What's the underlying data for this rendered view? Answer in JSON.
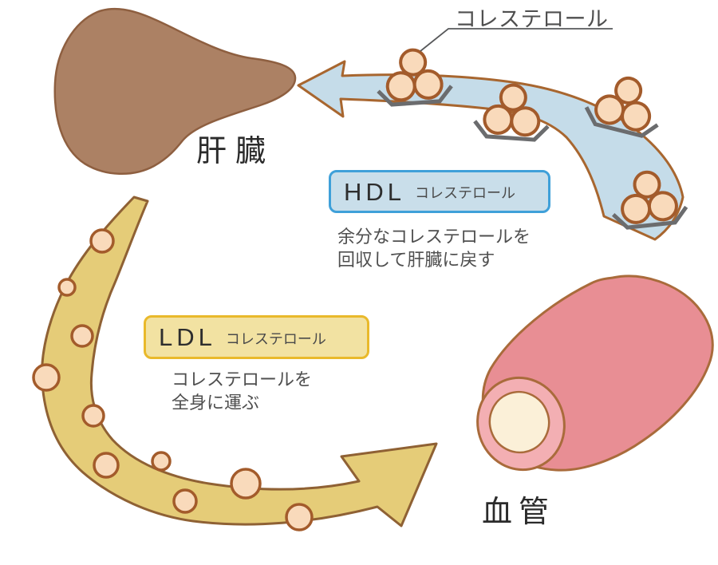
{
  "labels": {
    "cholesterol_callout": "コレステロール",
    "liver": "肝臓",
    "blood_vessel": "血管"
  },
  "hdl": {
    "title": "HDL",
    "subtitle": "コレステロール",
    "description_line1": "余分なコレステロールを",
    "description_line2": "回収して肝臓に戻す",
    "box_fill": "#C9DEEA",
    "box_border": "#3FA0D9",
    "arrow_fill": "#C5DCE9",
    "arrow_direction": "toward-liver"
  },
  "ldl": {
    "title": "LDL",
    "subtitle": "コレステロール",
    "description_line1": "コレステロールを",
    "description_line2": "全身に運ぶ",
    "box_fill": "#F2E2A2",
    "box_border": "#E9B92B",
    "arrow_fill": "#E5CC78",
    "arrow_direction": "toward-blood-vessel"
  },
  "figures": {
    "liver_fill": "#AC8164",
    "liver_outline": "#8E5F40",
    "cholesterol_ball_fill": "#F9DABB",
    "cholesterol_ball_outline": "#A35B2B",
    "tray_color": "#6B6C6E",
    "arrow_outline": "#9A6531",
    "vessel_body_fill": "#E88E94",
    "vessel_wall_fill": "#F3AFB3",
    "vessel_lumen_fill": "#FBF0D8",
    "vessel_outline": "#A96B3B",
    "hdl_ball_groups": 4,
    "ldl_balls": 10,
    "callout_line_color": "#58595B",
    "text_color": "#4F4F4F"
  }
}
